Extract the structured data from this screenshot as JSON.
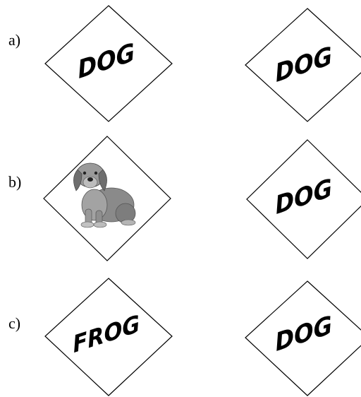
{
  "rows": [
    {
      "label": "a)",
      "left": {
        "type": "word",
        "text": "DOG"
      },
      "right": {
        "type": "word",
        "text": "DOG"
      }
    },
    {
      "label": "b)",
      "left": {
        "type": "image",
        "icon": "dog-picture"
      },
      "right": {
        "type": "word",
        "text": "DOG"
      }
    },
    {
      "label": "c)",
      "left": {
        "type": "word",
        "text": "FROG"
      },
      "right": {
        "type": "word",
        "text": "DOG"
      }
    }
  ]
}
